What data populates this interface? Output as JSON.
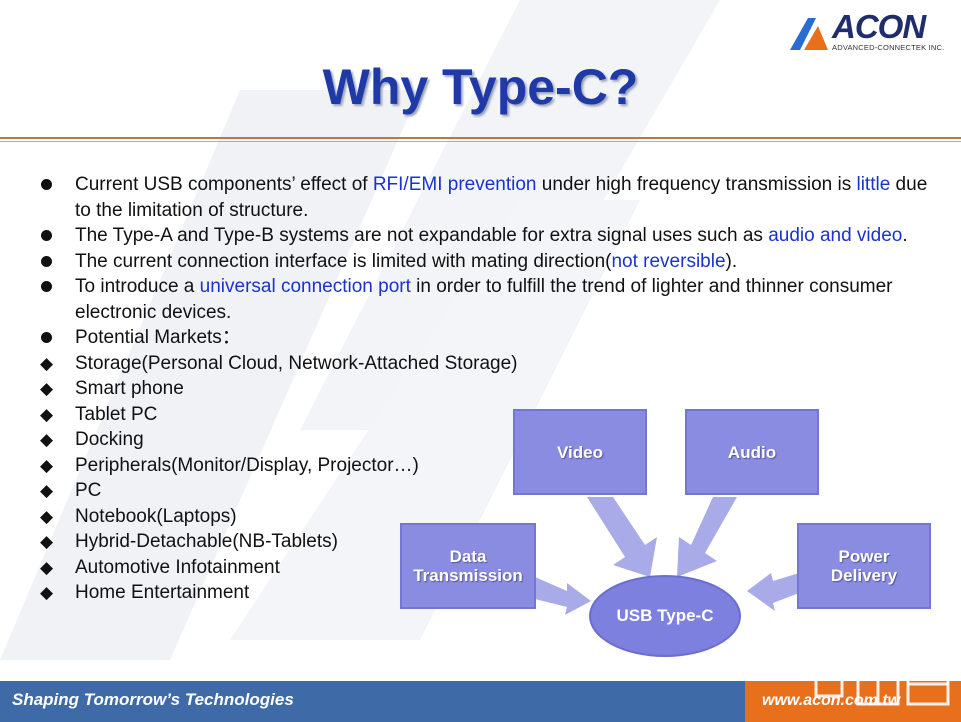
{
  "header": {
    "logo_text": "ACON",
    "logo_subtitle": "ADVANCED-CONNECTEK INC.",
    "title": "Why Type-C?"
  },
  "bullets": [
    {
      "marker": "dot",
      "parts": [
        {
          "text": "Current USB components’ effect of ",
          "hl": false
        },
        {
          "text": "RFI/EMI prevention",
          "hl": true
        },
        {
          "text": " under high frequency transmission is ",
          "hl": false
        },
        {
          "text": "little",
          "hl": true
        },
        {
          "text": " due to the limitation of structure.",
          "hl": false
        }
      ]
    },
    {
      "marker": "dot",
      "parts": [
        {
          "text": "The Type-A and Type-B systems are not expandable for extra signal uses such as ",
          "hl": false
        },
        {
          "text": "audio and video",
          "hl": true
        },
        {
          "text": ".",
          "hl": false
        }
      ]
    },
    {
      "marker": "dot",
      "parts": [
        {
          "text": "The current connection interface is limited with mating direction(",
          "hl": false
        },
        {
          "text": "not reversible",
          "hl": true
        },
        {
          "text": ").",
          "hl": false
        }
      ]
    },
    {
      "marker": "dot",
      "parts": [
        {
          "text": "To introduce a ",
          "hl": false
        },
        {
          "text": "universal connection port",
          "hl": true
        },
        {
          "text": " in order to fulfill the trend of lighter and thinner consumer electronic devices.",
          "hl": false
        }
      ]
    },
    {
      "marker": "dot",
      "parts": [
        {
          "text": "Potential Markets：",
          "hl": false
        }
      ]
    },
    {
      "marker": "diamond",
      "parts": [
        {
          "text": "Storage(Personal Cloud, Network-Attached Storage)",
          "hl": false
        }
      ]
    },
    {
      "marker": "diamond",
      "parts": [
        {
          "text": "Smart phone",
          "hl": false
        }
      ]
    },
    {
      "marker": "diamond",
      "parts": [
        {
          "text": "Tablet PC",
          "hl": false
        }
      ]
    },
    {
      "marker": "diamond",
      "parts": [
        {
          "text": "Docking",
          "hl": false
        }
      ]
    },
    {
      "marker": "diamond",
      "parts": [
        {
          "text": "Peripherals(Monitor/Display, Projector…)",
          "hl": false
        }
      ]
    },
    {
      "marker": "diamond",
      "parts": [
        {
          "text": "PC",
          "hl": false
        }
      ]
    },
    {
      "marker": "diamond",
      "parts": [
        {
          "text": "Notebook(Laptops)",
          "hl": false
        }
      ]
    },
    {
      "marker": "diamond",
      "parts": [
        {
          "text": "Hybrid-Detachable(NB-Tablets)",
          "hl": false
        }
      ]
    },
    {
      "marker": "diamond",
      "parts": [
        {
          "text": "Automotive Infotainment",
          "hl": false
        }
      ]
    },
    {
      "marker": "diamond",
      "parts": [
        {
          "text": "Home Entertainment",
          "hl": false
        }
      ]
    }
  ],
  "diagram": {
    "video": "Video",
    "audio": "Audio",
    "data_transmission": "Data Transmission",
    "power_delivery": "Power Delivery",
    "center": "USB Type-C"
  },
  "footer": {
    "tagline": "Shaping Tomorrow’s Technologies",
    "url": "www.acon.com.tw"
  },
  "colors": {
    "title": "#1f3aa6",
    "highlight": "#1a33cc",
    "box_fill": "#8a8ce2",
    "arrow_fill": "#a9abe8",
    "footer_blue": "#3f6aa8",
    "footer_orange": "#e8701c"
  }
}
